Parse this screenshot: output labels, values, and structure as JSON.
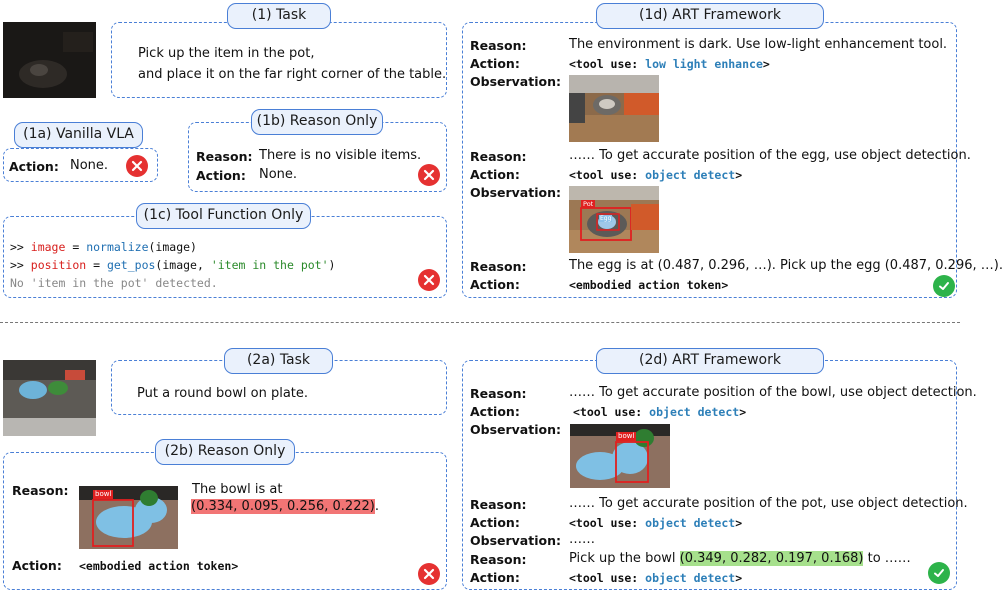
{
  "task1": {
    "title": "(1) Task",
    "line1": "Pick up the item in the pot,",
    "line2": "and place it on the far right corner of the table."
  },
  "vla1a": {
    "title": "(1a) Vanilla VLA",
    "action_label": "Action:",
    "action_value": "None."
  },
  "reason1b": {
    "title": "(1b) Reason Only",
    "reason_label": "Reason:",
    "reason_value": "There is no visible items.",
    "action_label": "Action:",
    "action_value": "None."
  },
  "tool1c": {
    "title": "(1c) Tool Function Only",
    "line1": {
      "prompt": ">> ",
      "var": "image",
      "eq": " = ",
      "fn": "normalize",
      "args": "(image)"
    },
    "line2": {
      "prompt": ">> ",
      "var": "position",
      "eq": " = ",
      "fn": "get_pos",
      "args_open": "(image, ",
      "str": "'item in the pot'",
      "args_close": ")"
    },
    "line3": "No 'item in the pot' detected."
  },
  "art1d": {
    "title": "(1d) ART Framework",
    "r1_label": "Reason:",
    "r1_value": "The environment is dark. Use low-light enhancement tool.",
    "a1_label": "Action:",
    "a1_prefix": "<tool use: ",
    "a1_tool": "low light enhance",
    "a1_suffix": ">",
    "o1_label": "Observation:",
    "r2_label": "Reason:",
    "r2_value": "…… To get accurate position of the egg, use object detection.",
    "a2_label": "Action:",
    "a2_prefix": "<tool use: ",
    "a2_tool": "object detect",
    "a2_suffix": ">",
    "o2_label": "Observation:",
    "det_pot": "Pot",
    "det_egg": "Egg",
    "r3_label": "Reason:",
    "r3_value": "The egg is at (0.487, 0.296, …). Pick up the egg (0.487, 0.296, …).",
    "a3_label": "Action:",
    "a3_value": "<embodied action token>"
  },
  "task2": {
    "title": "(2a) Task",
    "line1": "Put a round bowl on plate."
  },
  "reason2b": {
    "title": "(2b) Reason Only",
    "reason_label": "Reason:",
    "reason_line1": "The bowl is at",
    "reason_coords": "(0.334, 0.095, 0.256, 0.222)",
    "reason_end": ".",
    "det_bowl": "bowl",
    "action_label": "Action:",
    "action_value": "<embodied action token>"
  },
  "art2d": {
    "title": "(2d) ART Framework",
    "r1_label": "Reason:",
    "r1_value": "…… To get accurate position of the bowl, use object detection.",
    "a1_label": "Action:",
    "a1_prefix": "<tool use: ",
    "a1_tool": "object detect",
    "a1_suffix": ">",
    "o1_label": "Observation:",
    "det_bowl": "bowl",
    "r2_label": "Reason:",
    "r2_value": "…… To get accurate position of the pot, use object detection.",
    "a2_label": "Action:",
    "a2_prefix": "<tool use: ",
    "a2_tool": "object detect",
    "a2_suffix": ">",
    "o2_label": "Observation:",
    "o2_value": "……",
    "r3_label": "Reason:",
    "r3_prefix": "Pick up the bowl ",
    "r3_coords": "(0.349, 0.282, 0.197, 0.168)",
    "r3_suffix": " to ……",
    "a3_label": "Action:",
    "a3_prefix": "<tool use: ",
    "a3_tool": "object detect",
    "a3_suffix": ">"
  },
  "colors": {
    "frame_blue": "#4a7fd6",
    "fail_red": "#e53131",
    "success_green": "#2db34a",
    "highlight_red": "#f27575",
    "highlight_green": "#a6e08c"
  },
  "icons": {
    "fail": "x-circle-icon",
    "success": "check-circle-icon"
  }
}
